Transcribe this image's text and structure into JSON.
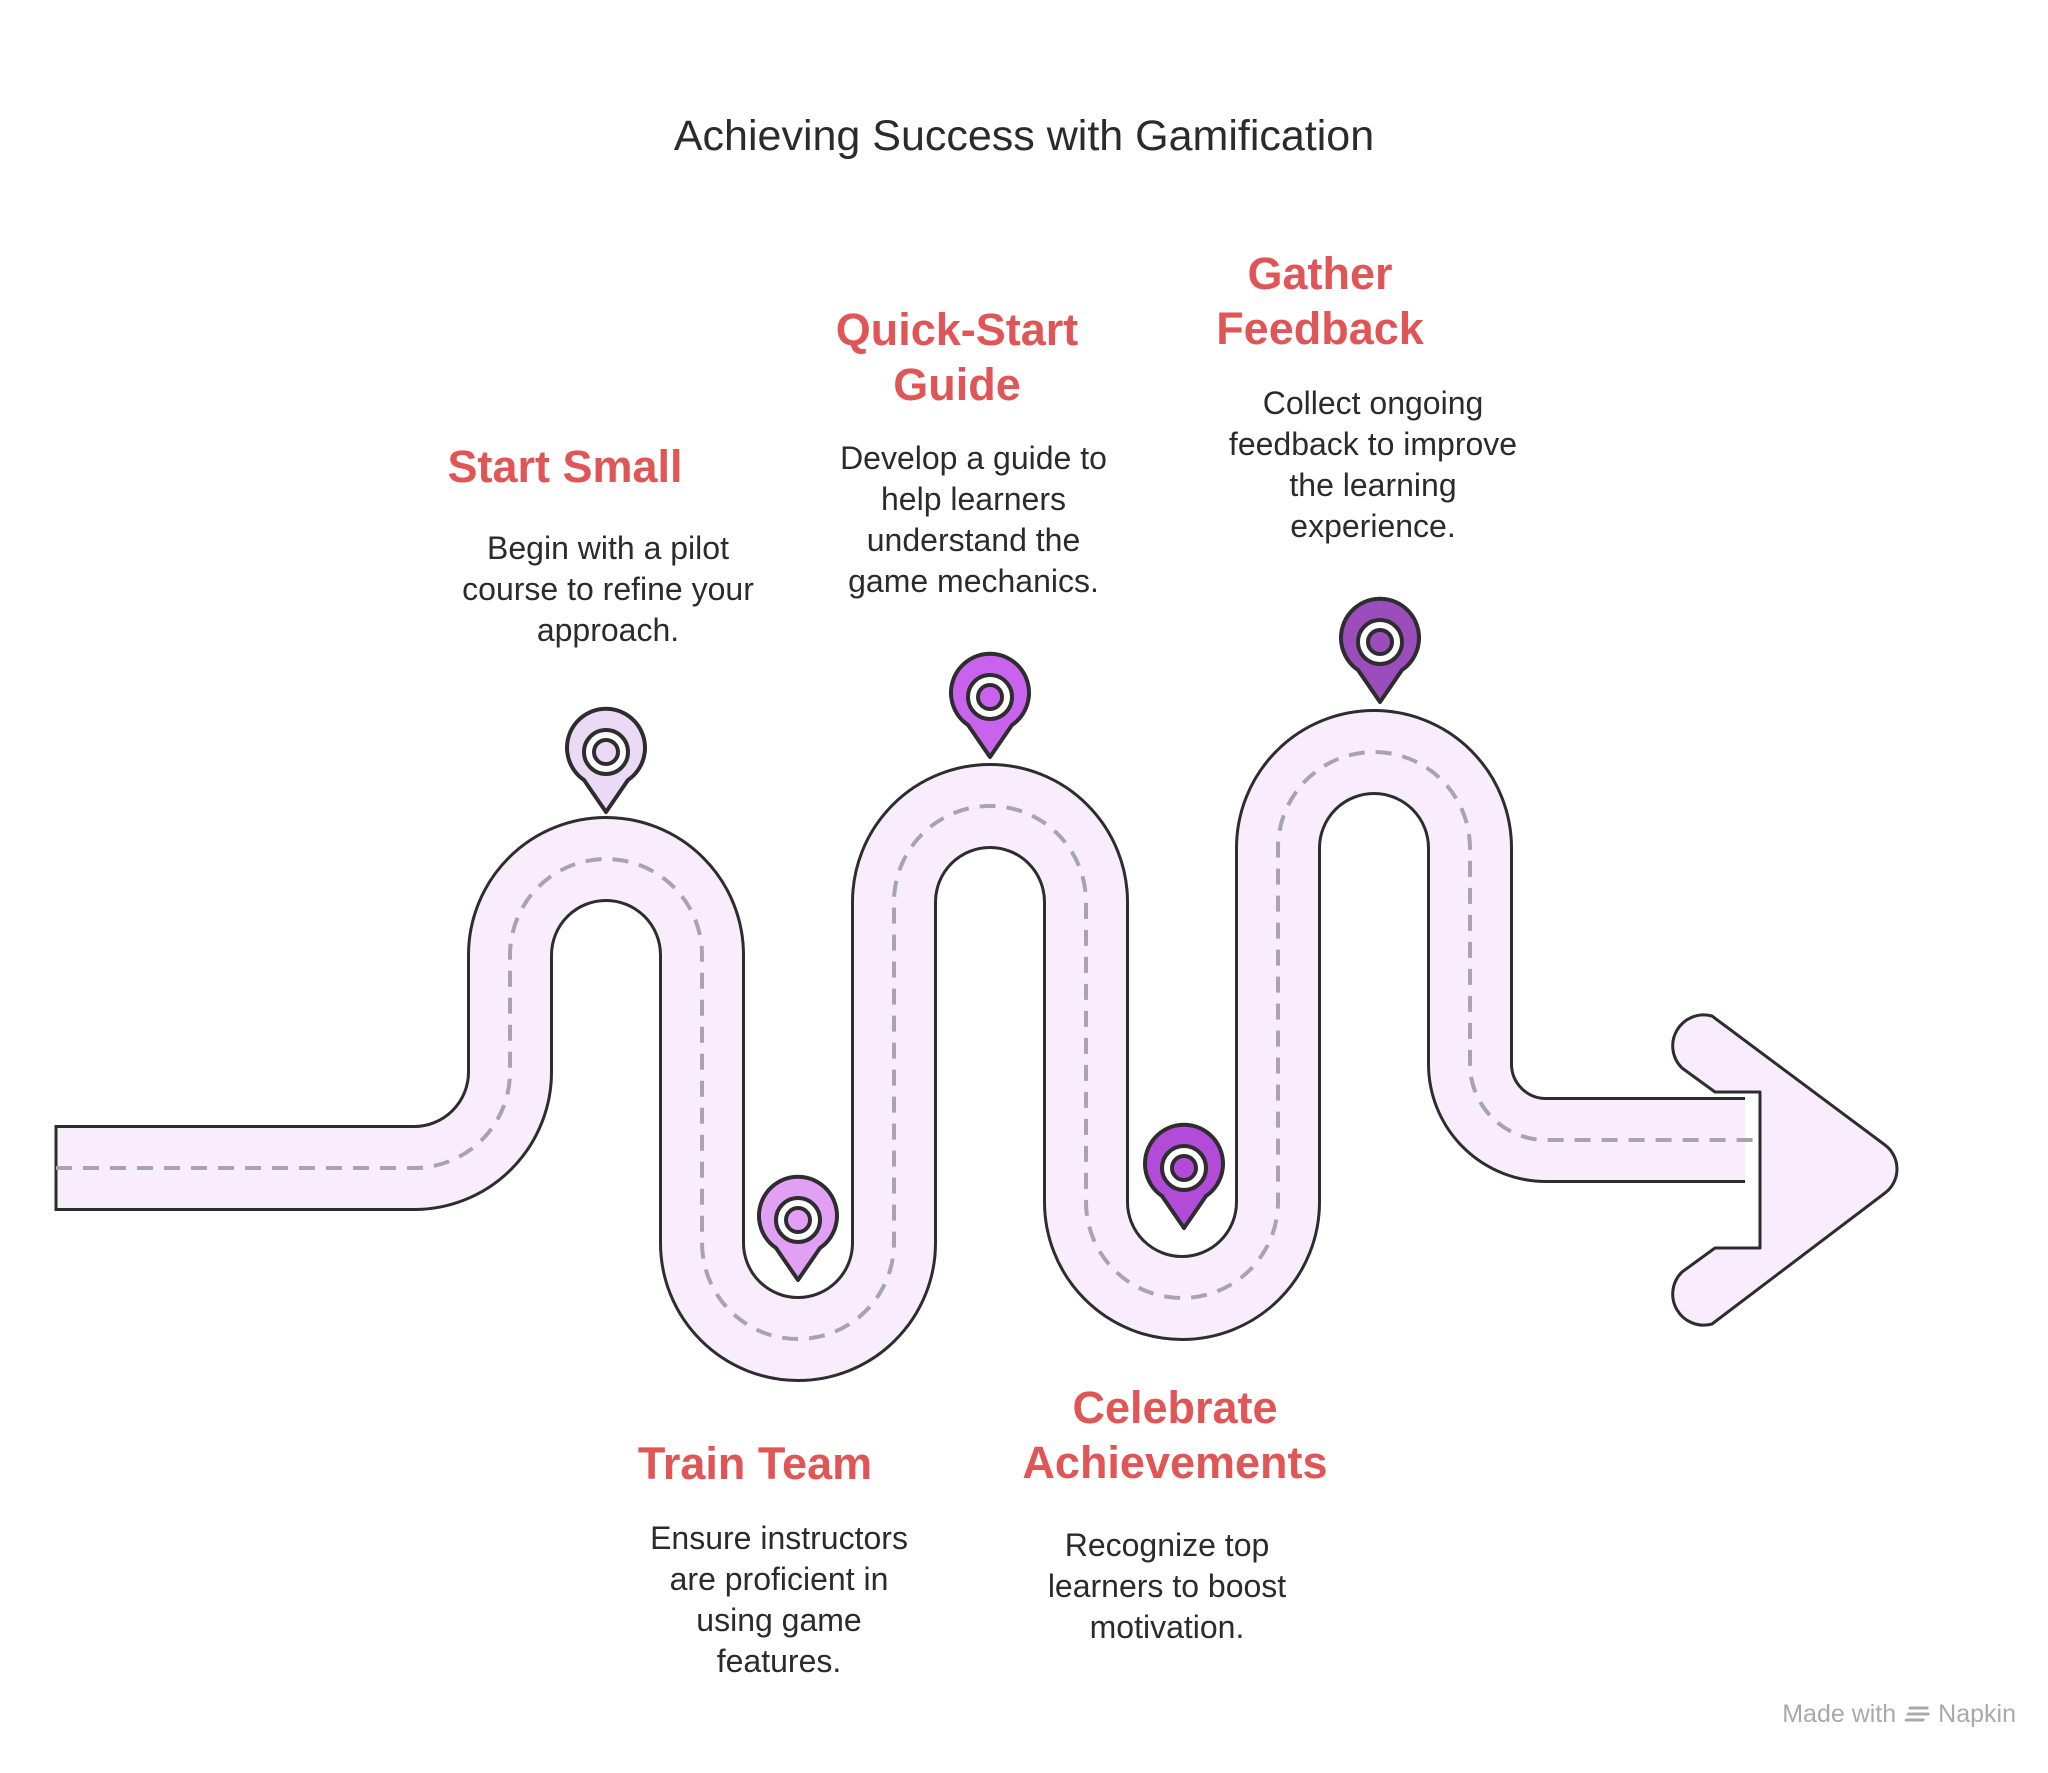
{
  "title": "Achieving Success with Gamification",
  "steps": [
    {
      "title": "Start Small",
      "description": "Begin with a pilot course to refine your approach.",
      "pin_color": "#ecd9f6",
      "ring_color": "#ffffff"
    },
    {
      "title": "Train Team",
      "description": "Ensure instructors are proficient in using game features.",
      "pin_color": "#e1a0f4",
      "ring_color": "#ffffff"
    },
    {
      "title": "Quick-Start Guide",
      "description": "Develop a guide to help learners understand the game mechanics.",
      "pin_color": "#c963ee",
      "ring_color": "#ffffff"
    },
    {
      "title": "Celebrate Achievements",
      "description": "Recognize top learners to boost motivation.",
      "pin_color": "#b34bd9",
      "ring_color": "#ffffff"
    },
    {
      "title": "Gather Feedback",
      "description": "Collect ongoing feedback to improve the learning experience.",
      "pin_color": "#9b4dbb",
      "ring_color": "#ffffff"
    }
  ],
  "colors": {
    "road_fill": "#f9edfd",
    "road_outline": "#2d2d2d",
    "dash": "#a9a3ad",
    "step_title": "#e05656",
    "text": "#2b2b2b"
  },
  "footer": {
    "made_with": "Made with",
    "brand": "Napkin",
    "logo_icon": "napkin-logo-icon"
  }
}
